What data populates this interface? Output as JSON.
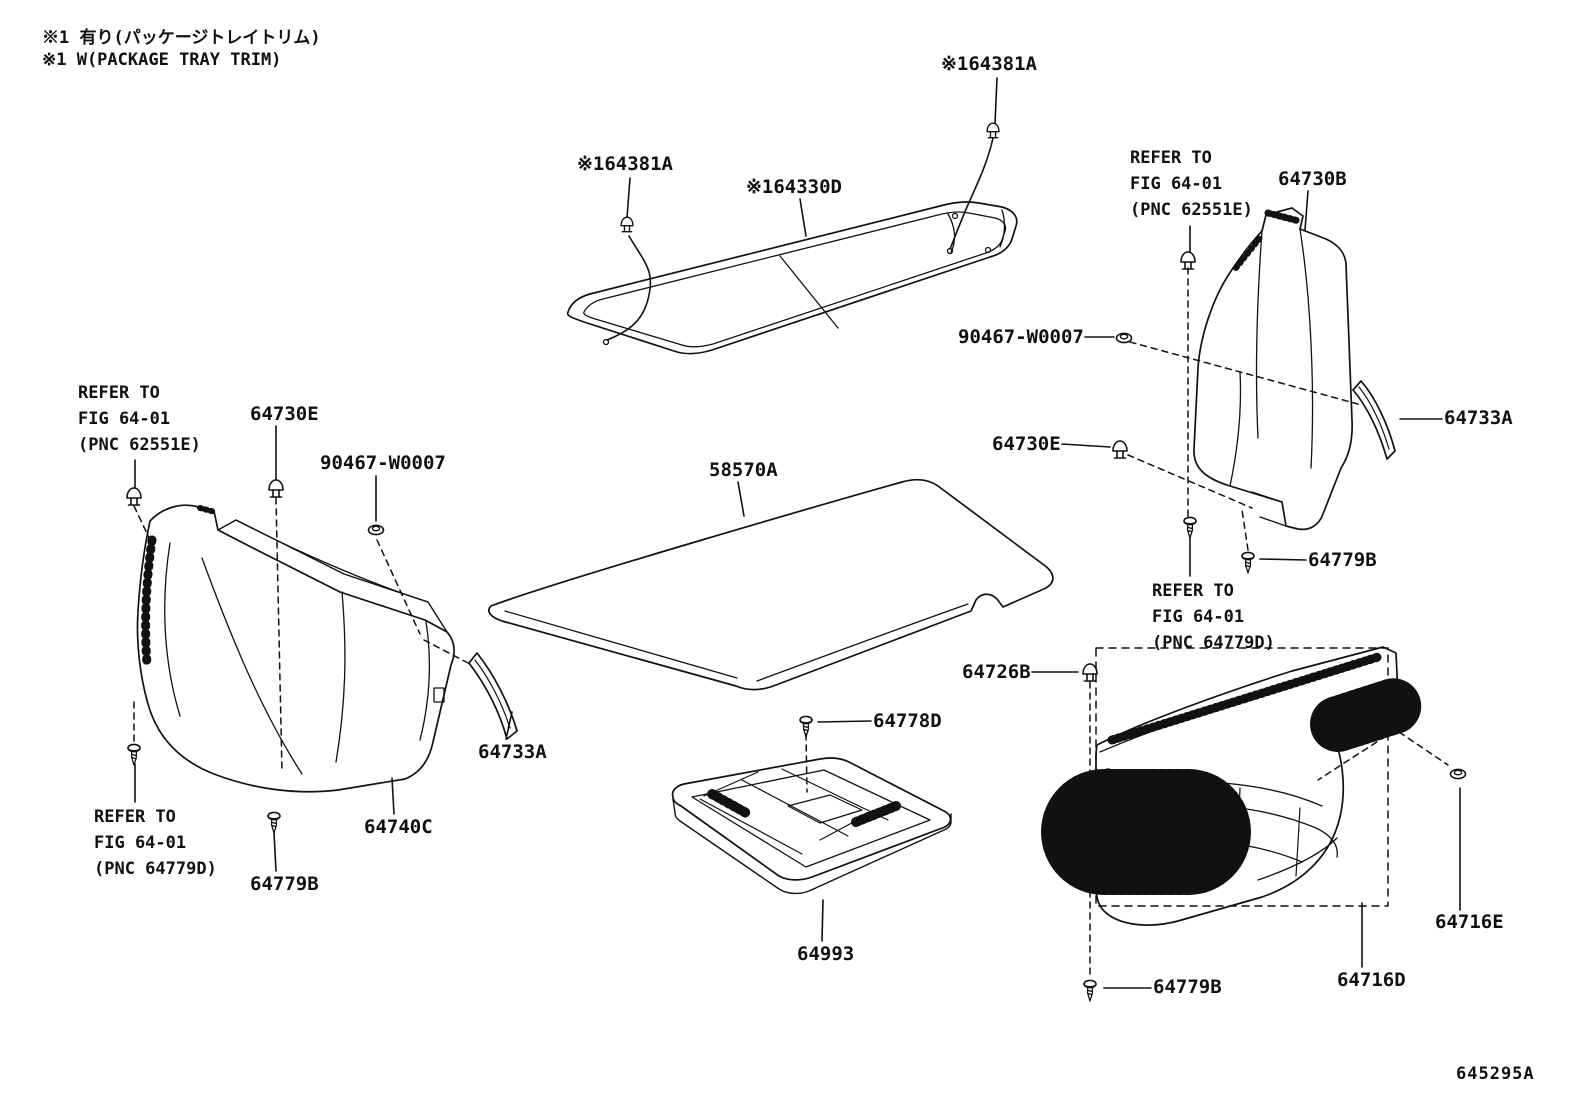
{
  "colors": {
    "line": "#111111",
    "background": "#ffffff",
    "text": "#111111"
  },
  "notes": {
    "jp": "※1 有り(パッケージトレイトリム)",
    "en": "※1 W(PACKAGE TRAY TRIM)"
  },
  "diagram_code": "645295A",
  "labels": [
    {
      "text": "※164381A"
    },
    {
      "text": "※164381A"
    },
    {
      "text": "※164330D"
    },
    {
      "text": "64730B"
    },
    {
      "text": "90467-W0007"
    },
    {
      "text": "64733A"
    },
    {
      "text": "64730E"
    },
    {
      "text": "64730E"
    },
    {
      "text": "90467-W0007"
    },
    {
      "text": "58570A"
    },
    {
      "text": "64779B"
    },
    {
      "text": "64726B"
    },
    {
      "text": "64778D"
    },
    {
      "text": "64733A"
    },
    {
      "text": "64740C"
    },
    {
      "text": "64779B"
    },
    {
      "text": "64993"
    },
    {
      "text": "64716E"
    },
    {
      "text": "64779B"
    },
    {
      "text": "64716D"
    }
  ],
  "refer_boxes": [
    {
      "lines": [
        "REFER TO",
        "FIG 64-01",
        "(PNC 62551E)"
      ]
    },
    {
      "lines": [
        "REFER TO",
        "FIG 64-01",
        "(PNC 62551E)"
      ]
    },
    {
      "lines": [
        "REFER TO",
        "FIG 64-01",
        "(PNC 64779D)"
      ]
    },
    {
      "lines": [
        "REFER TO",
        "FIG 64-01",
        "(PNC 64779D)"
      ]
    }
  ],
  "symbols": {
    "clip": "push-clip-icon",
    "screw": "screw-icon",
    "grommet": "grommet-icon"
  }
}
